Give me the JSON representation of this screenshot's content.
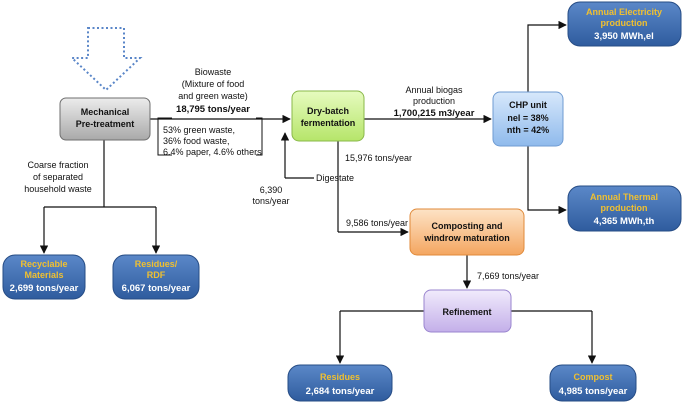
{
  "nodes": {
    "mechanical": {
      "line1": "Mechanical",
      "line2": "Pre-treatment"
    },
    "dry_batch": {
      "line1": "Dry-batch",
      "line2": "fermentation"
    },
    "chp": {
      "title": "CHP unit",
      "nel": "nel = 38%",
      "nth": "nth = 42%"
    },
    "electricity": {
      "line1": "Annual Electricity",
      "line2": "production",
      "value": "3,950 MWh,el"
    },
    "thermal": {
      "line1": "Annual Thermal",
      "line2": "production",
      "value": "4,365 MWh,th"
    },
    "composting": {
      "line1": "Composting and",
      "line2": "windrow maturation"
    },
    "refinement": {
      "title": "Refinement"
    },
    "recyclable": {
      "line1": "Recyclable",
      "line2": "Materials",
      "value": "2,699 tons/year"
    },
    "residues_rdf": {
      "line1": "Residues/",
      "line2": "RDF",
      "value": "6,067 tons/year"
    },
    "residues": {
      "title": "Residues",
      "value": "2,684 tons/year"
    },
    "compost": {
      "title": "Compost",
      "value": "4,985 tons/year"
    }
  },
  "labels": {
    "biowaste_1": "Biowaste",
    "biowaste_2": "(Mixture of food",
    "biowaste_3": "and green waste)",
    "biowaste_amount": "18,795 tons/year",
    "comp_1": "53% green waste,",
    "comp_2": "36% food waste,",
    "comp_3": "6.4% paper, 4.6% others",
    "coarse_1": "Coarse fraction",
    "coarse_2": "of separated",
    "coarse_3": "household waste",
    "biogas_1": "Annual biogas",
    "biogas_2": "production",
    "biogas_amount": "1,700,215 m3/year",
    "digestate_flow": "15,976 tons/year",
    "digestate": "Digestate",
    "recirc_1": "6,390",
    "recirc_2": "tons/year",
    "to_compost": "9,586 tons/year",
    "to_refine": "7,669 tons/year"
  },
  "colors": {
    "grey_box": "#c8c8c8",
    "green_box": "#c9f089",
    "blue_light": "#a9ccf2",
    "orange_box": "#f8c08a",
    "purple_box": "#d9c9f2",
    "dark_blue": "#3f6fb3",
    "title_yellow": "#f0c030",
    "input_arrow": "#5a86c8"
  }
}
